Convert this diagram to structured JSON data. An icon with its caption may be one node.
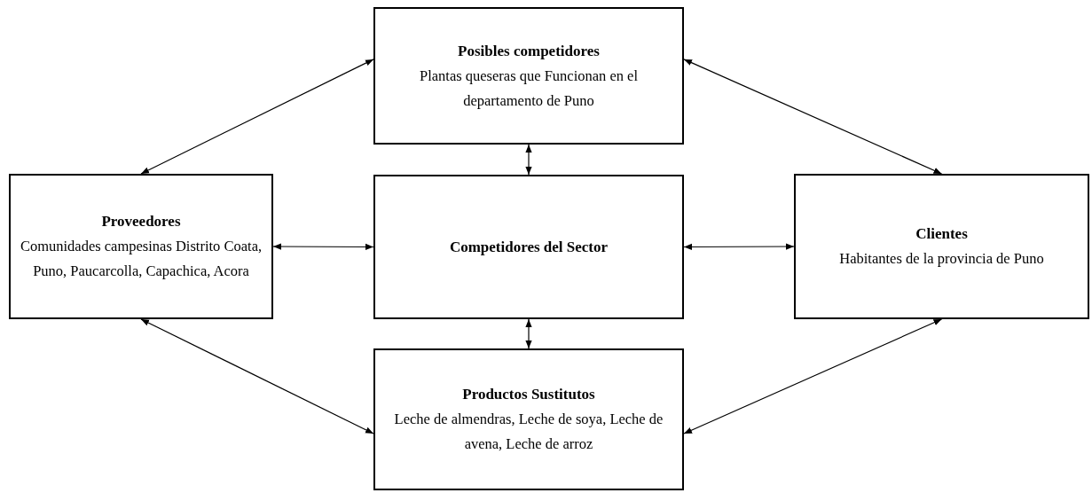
{
  "diagram": {
    "nodes": [
      {
        "text": [
          "Posibles competidores",
          "Plantas queseras que Funcionan en el departamento de Puno"
        ]
      },
      {
        "text": [
          "Proveedores",
          "Comunidades campesinas Distrito Coata, Puno, Paucarcolla, Capachica, Acora"
        ]
      },
      {
        "text": [
          "Competidores del Sector"
        ]
      },
      {
        "text": [
          "Clientes",
          "Habitantes de la provincia de Puno"
        ]
      },
      {
        "text": [
          "Productos Sustitutos",
          "Leche de almendras, Leche de soya, Leche de avena, Leche de arroz"
        ]
      }
    ],
    "edges": [
      {
        "from": 1,
        "to": 0,
        "arrow": "both"
      },
      {
        "from": 0,
        "to": 3,
        "arrow": "both"
      },
      {
        "from": 1,
        "to": 2,
        "arrow": "both"
      },
      {
        "from": 2,
        "to": 3,
        "arrow": "both"
      },
      {
        "from": 1,
        "to": 4,
        "arrow": "both"
      },
      {
        "from": 3,
        "to": 4,
        "arrow": "both"
      },
      {
        "from": 0,
        "to": 2,
        "arrow": "both"
      },
      {
        "from": 2,
        "to": 4,
        "arrow": "both"
      }
    ]
  }
}
